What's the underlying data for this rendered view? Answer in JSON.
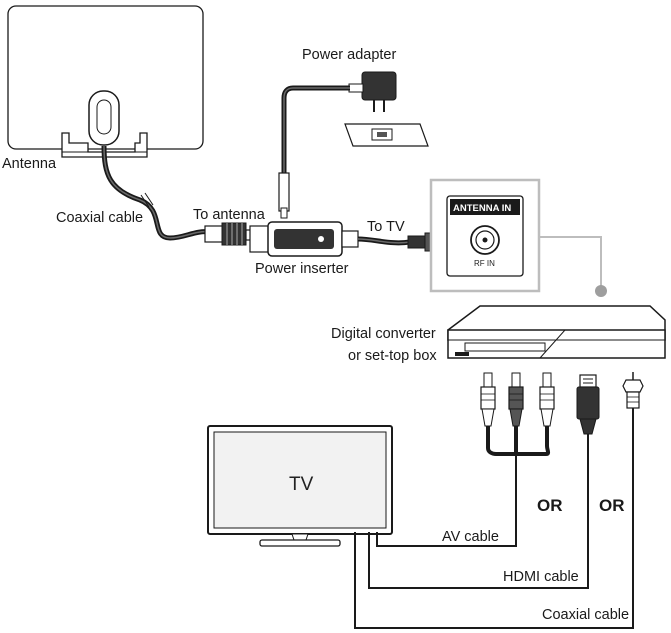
{
  "labels": {
    "antenna": "Antenna",
    "coaxial_cable": "Coaxial cable",
    "to_antenna": "To antenna",
    "power_adapter": "Power adapter",
    "power_inserter": "Power inserter",
    "to_tv": "To TV",
    "antenna_in": "ANTENNA IN",
    "rf_in": "RF IN",
    "digital_converter_line1": "Digital converter",
    "digital_converter_line2": "or set-top box",
    "tv": "TV",
    "or_1": "OR",
    "or_2": "OR",
    "av_cable": "AV cable",
    "hdmi_cable": "HDMI cable",
    "coaxial_cable_bottom": "Coaxial cable"
  },
  "colors": {
    "line": "#1a1a1a",
    "panel_border": "#bdbdbd",
    "port_label_bg": "#1a1a1a",
    "tv_screen": "#f2f2f2"
  }
}
